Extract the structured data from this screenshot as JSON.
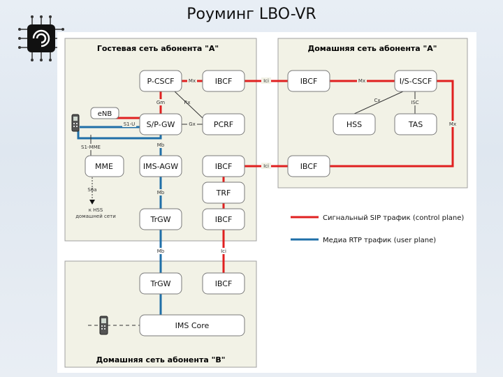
{
  "slide": {
    "title": "Роуминг LBO-VR"
  },
  "zones": {
    "guest": "Гостевая сеть абонента \"A\"",
    "home_a": "Домашняя сеть абонента \"A\"",
    "home_b": "Домашняя сеть абонента \"B\""
  },
  "nodes": {
    "pcscf": "P-CSCF",
    "ibcf_g1": "IBCF",
    "enb": "eNB",
    "spgw": "S/P-GW",
    "pcrf": "PCRF",
    "mme": "MME",
    "imsagw": "IMS-AGW",
    "ibcf_g2": "IBCF",
    "trf": "TRF",
    "trgw_g": "TrGW",
    "ibcf_g3": "IBCF",
    "ibcf_a1": "IBCF",
    "iscscf": "I/S-CSCF",
    "hss": "HSS",
    "tas": "TAS",
    "ibcf_a2": "IBCF",
    "trgw_b": "TrGW",
    "ibcf_b": "IBCF",
    "imscore": "IMS Core"
  },
  "links": {
    "mx1": "Mx",
    "ici1": "Ici",
    "mx2": "Mx",
    "gm": "Gm",
    "rx": "Rx",
    "cx": "Cx",
    "isc": "ISC",
    "mx3": "Mx",
    "s1u": "S1-U",
    "gx": "Gx",
    "s1mme": "S1-MME",
    "mb1": "Mb",
    "ici2": "Ici",
    "mb2": "Mb",
    "s6a": "S6a",
    "mb3": "Mb",
    "ici3": "Ici"
  },
  "notes": {
    "hss_ref_1": "к HSS",
    "hss_ref_2": "домашней сети"
  },
  "legend": {
    "sip": "Сигнальный SIP трафик (control plane)",
    "rtp": "Медиа RTP трафик (user plane)"
  },
  "colors": {
    "sip": "#e02020",
    "rtp": "#1f6fa8",
    "zone": "#f2f2e6"
  }
}
